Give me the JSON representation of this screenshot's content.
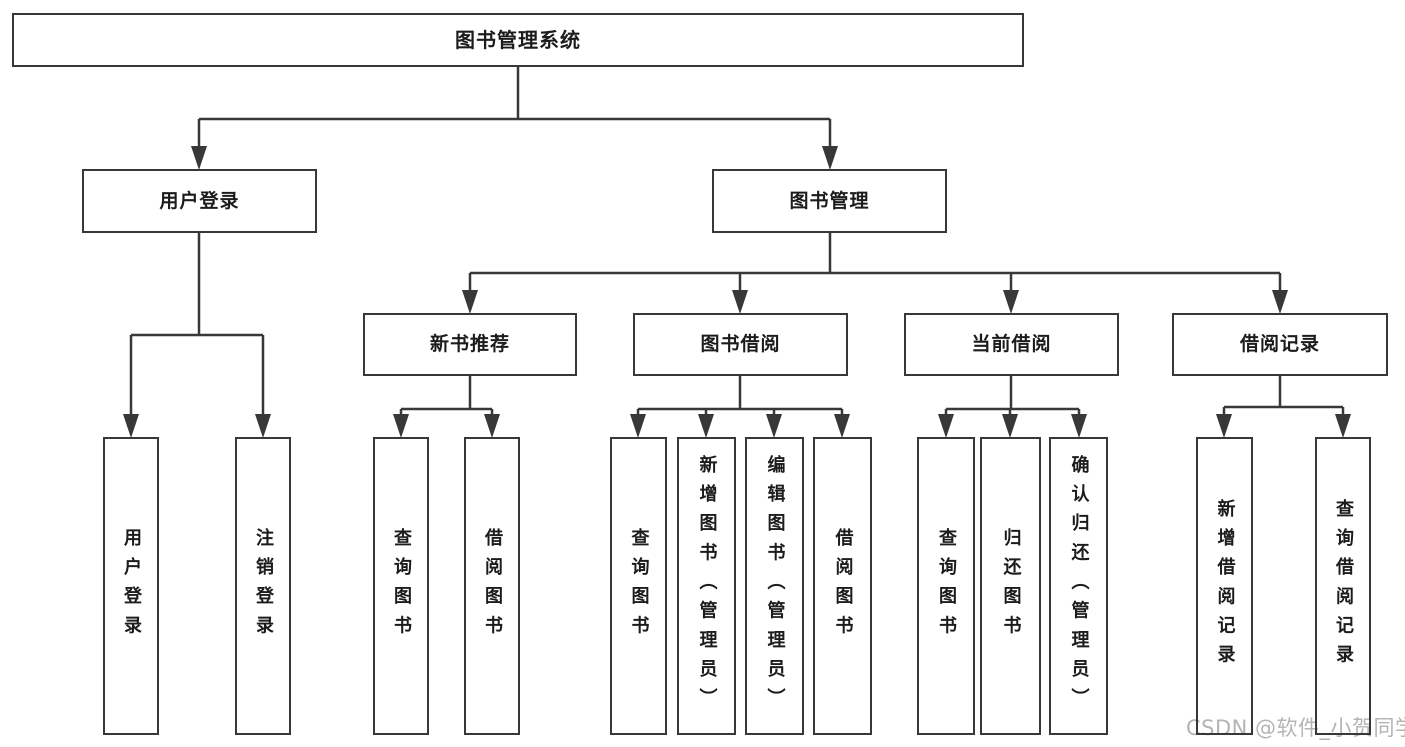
{
  "colors": {
    "line": "#383838",
    "box_border": "#383838",
    "box_fill": "#ffffff",
    "text": "#1c1c1c",
    "watermark": "#b4b4b4",
    "background": "#ffffff"
  },
  "watermark": {
    "text": "CSDN @软件_小贺同学"
  },
  "tree": {
    "root": {
      "label": "图书管理系统",
      "children": [
        {
          "label": "用户登录",
          "children": [
            {
              "label": "用户登录"
            },
            {
              "label": "注销登录"
            }
          ]
        },
        {
          "label": "图书管理",
          "children": [
            {
              "label": "新书推荐",
              "children": [
                {
                  "label": "查询图书"
                },
                {
                  "label": "借阅图书"
                }
              ]
            },
            {
              "label": "图书借阅",
              "children": [
                {
                  "label": "查询图书"
                },
                {
                  "label": "新增图书（管理员）"
                },
                {
                  "label": "编辑图书（管理员）"
                },
                {
                  "label": "借阅图书"
                }
              ]
            },
            {
              "label": "当前借阅",
              "children": [
                {
                  "label": "查询图书"
                },
                {
                  "label": "归还图书"
                },
                {
                  "label": "确认归还（管理员）"
                }
              ]
            },
            {
              "label": "借阅记录",
              "children": [
                {
                  "label": "新增借阅记录"
                },
                {
                  "label": "查询借阅记录"
                }
              ]
            }
          ]
        }
      ]
    }
  }
}
